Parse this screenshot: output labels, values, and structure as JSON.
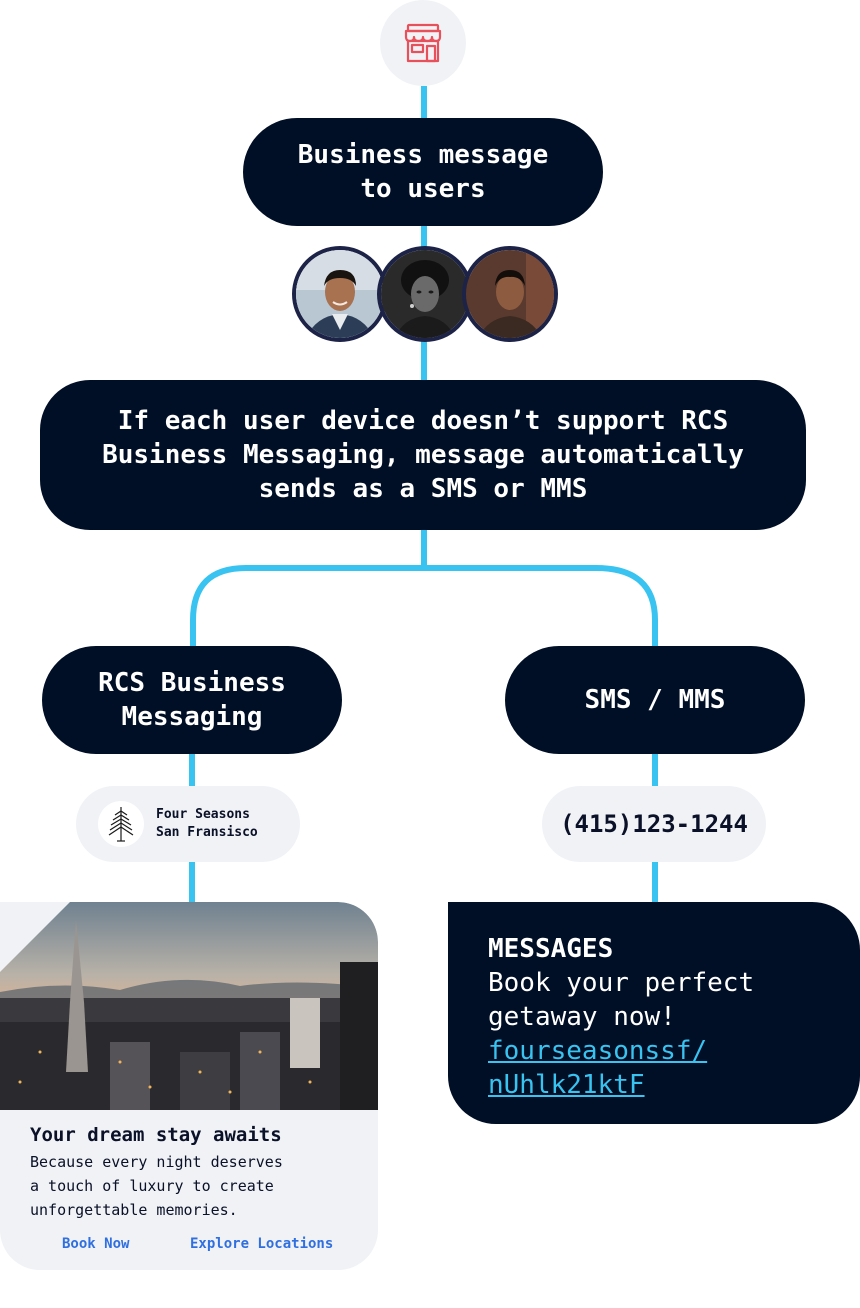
{
  "nodes": {
    "top": "Business message\nto users",
    "fallback": "If each user device doesn’t support RCS\nBusiness Messaging, message automatically\nsends as a SMS or MMS",
    "rcs": "RCS Business\nMessaging",
    "sms": "SMS / MMS"
  },
  "rcs_sender": {
    "line1": "Four Seasons",
    "line2": "San Fransisco"
  },
  "sms_sender": "(415)123-1244",
  "rich_card": {
    "title": "Your dream stay awaits",
    "body": "Because every night deserves\na touch of luxury to create\nunforgettable memories.",
    "actions": [
      "Book Now",
      "Explore Locations"
    ]
  },
  "sms_message": {
    "header": "MESSAGES",
    "body": "Book your perfect\ngetaway now!",
    "link": "fourseasonssf/\nnUhlk21ktF"
  },
  "icons": [
    "store-icon",
    "tree-logo-icon"
  ],
  "colors": {
    "node_bg": "#000f26",
    "connector": "#38c3f0",
    "chip_bg": "#f0f2f5",
    "link_blue": "#2f6fe0",
    "store_icon": "#e8505b"
  }
}
